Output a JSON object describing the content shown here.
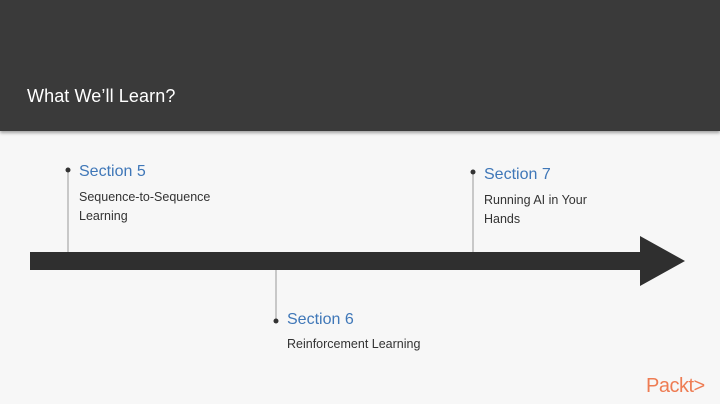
{
  "slide": {
    "title": "What We’ll Learn?"
  },
  "sections": [
    {
      "title": "Section 5",
      "description": "Sequence-to-Sequence Learning"
    },
    {
      "title": "Section 6",
      "description": "Reinforcement Learning"
    },
    {
      "title": "Section 7",
      "description": "Running AI in Your Hands"
    }
  ],
  "brand": {
    "logo_text": "Packt>"
  },
  "colors": {
    "header_bg": "#3a3a3a",
    "section_title": "#3f77b8",
    "arrow": "#2f2f2f",
    "logo": "#ee7c53"
  }
}
